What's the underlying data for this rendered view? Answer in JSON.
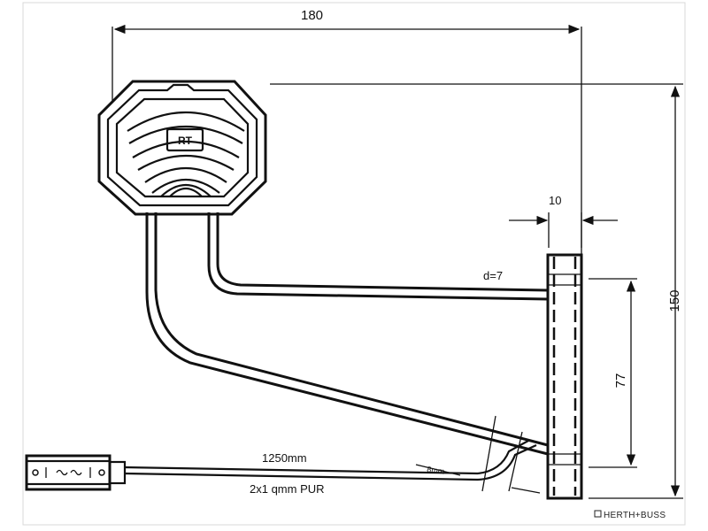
{
  "dimensions": {
    "width_total": "180",
    "height_total": "150",
    "mount_width": "10",
    "hole_spacing": "77",
    "hole_diameter": "d=7"
  },
  "lamp_label": "RT",
  "cable": {
    "length": "1250mm",
    "spec": "2x1 qmm PUR",
    "small_mark": "8mm"
  },
  "watermark": "HERTH+BUSS"
}
